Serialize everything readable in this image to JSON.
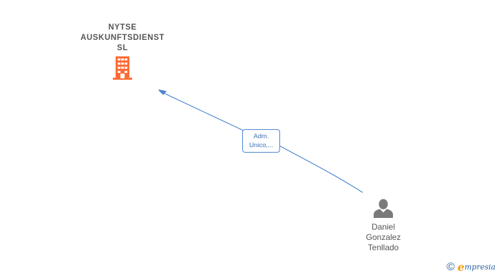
{
  "company": {
    "name_lines": [
      "NYTSE",
      "AUSKUNFTSDIENST",
      "SL"
    ],
    "icon": "building-icon",
    "color": "#ff6b35"
  },
  "person": {
    "name_lines": [
      "Daniel",
      "Gonzalez",
      "Tenllado"
    ],
    "icon": "person-icon",
    "color": "#7a7a7a"
  },
  "relation": {
    "label_lines": [
      "Adm.",
      "Unico,..."
    ],
    "line_color": "#4a86d0"
  },
  "brand": {
    "copyright": "©",
    "first_letter": "e",
    "rest": "mpresia",
    "primary_color": "#2a64a8",
    "accent_color": "#f39a16"
  }
}
